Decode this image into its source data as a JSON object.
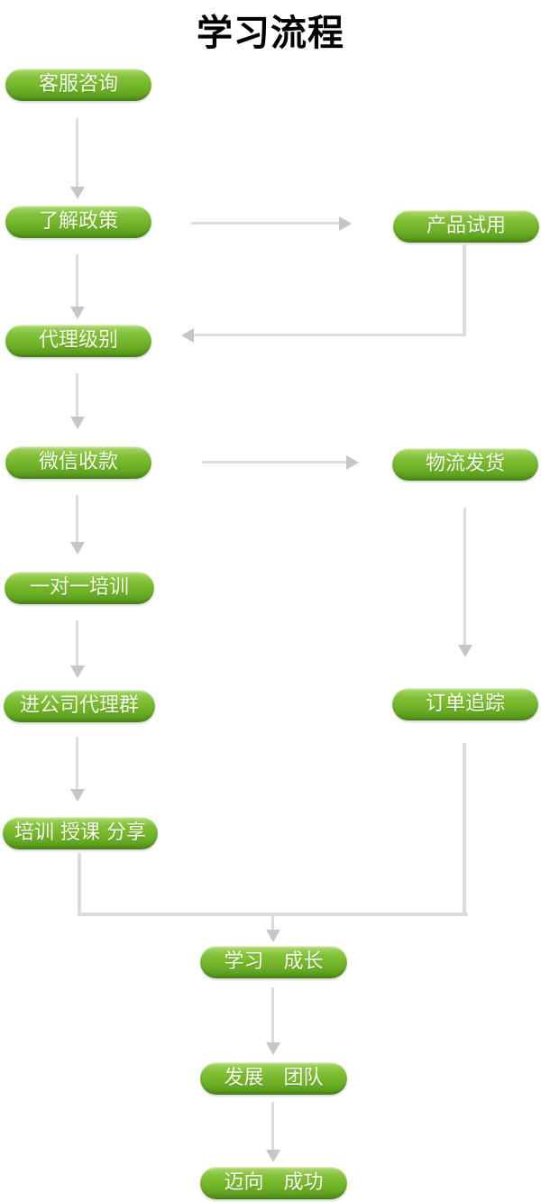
{
  "title": "学习流程",
  "flow": {
    "left": [
      "客服咨询",
      "了解政策",
      "代理级别",
      "微信收款",
      "一对一培训",
      "进公司代理群",
      "培训 授课 分享"
    ],
    "right": [
      "产品试用",
      "物流发货",
      "订单追踪"
    ],
    "bottom": [
      "学习　成长",
      "发展　团队",
      "迈向　成功"
    ]
  },
  "colors": {
    "node_green": "#76b82c",
    "node_green_dark": "#4d8c17",
    "node_text": "#f7fbee",
    "arrow_gray": "#dcdcdc",
    "arrowhead_gray": "#c6c6c6",
    "title_color": "#000000"
  }
}
